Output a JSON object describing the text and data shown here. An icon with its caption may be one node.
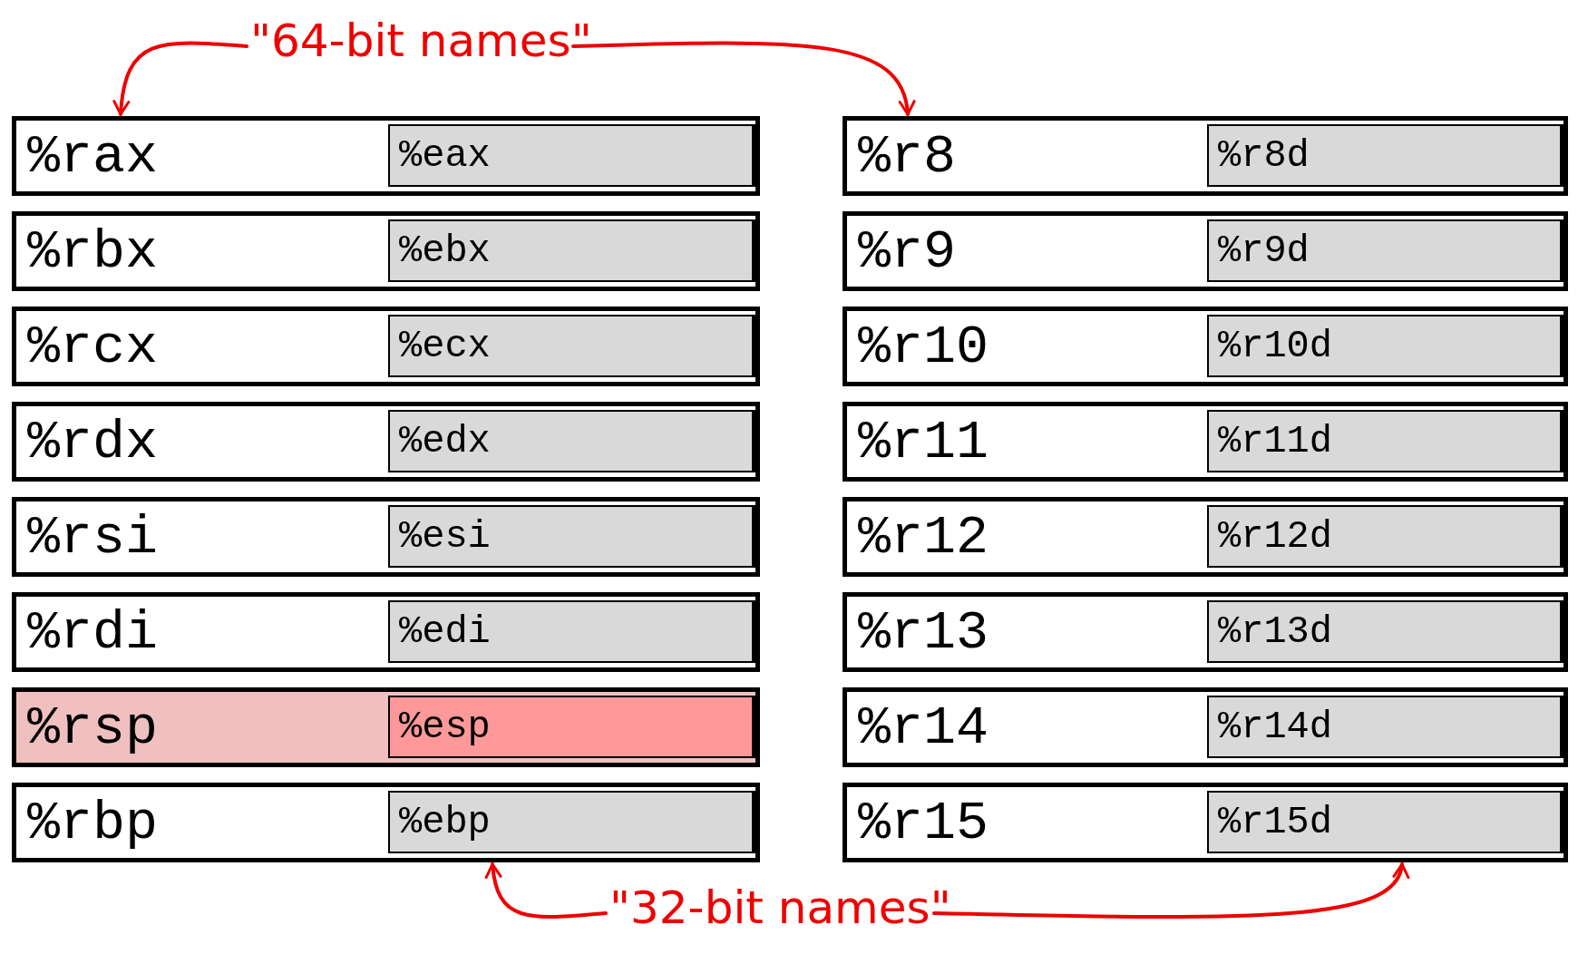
{
  "diagram": {
    "nodes": [
      {
        "text": [
          "\"64-bit names\""
        ]
      },
      {
        "text": [
          "%rax"
        ]
      },
      {
        "text": [
          "%eax"
        ],
        "in": 1
      },
      {
        "text": [
          "%rbx"
        ]
      },
      {
        "text": [
          "%ebx"
        ],
        "in": 3
      },
      {
        "text": [
          "%rcx"
        ]
      },
      {
        "text": [
          "%ecx"
        ],
        "in": 5
      },
      {
        "text": [
          "%rdx"
        ]
      },
      {
        "text": [
          "%edx"
        ],
        "in": 7
      },
      {
        "text": [
          "%rsi"
        ]
      },
      {
        "text": [
          "%esi"
        ],
        "in": 9
      },
      {
        "text": [
          "%rdi"
        ]
      },
      {
        "text": [
          "%edi"
        ],
        "in": 11
      },
      {
        "text": [
          "%rsp"
        ]
      },
      {
        "text": [
          "%esp"
        ],
        "in": 13
      },
      {
        "text": [
          "%rbp"
        ]
      },
      {
        "text": [
          "%ebp"
        ],
        "in": 15
      },
      {
        "text": [
          "%r8"
        ]
      },
      {
        "text": [
          "%r8d"
        ],
        "in": 17
      },
      {
        "text": [
          "%r9"
        ]
      },
      {
        "text": [
          "%r9d"
        ],
        "in": 19
      },
      {
        "text": [
          "%r10"
        ]
      },
      {
        "text": [
          "%r10d"
        ],
        "in": 21
      },
      {
        "text": [
          "%r11"
        ]
      },
      {
        "text": [
          "%r11d"
        ],
        "in": 23
      },
      {
        "text": [
          "%r12"
        ]
      },
      {
        "text": [
          "%r12d"
        ],
        "in": 25
      },
      {
        "text": [
          "%r13"
        ]
      },
      {
        "text": [
          "%r13d"
        ],
        "in": 27
      },
      {
        "text": [
          "%r14"
        ]
      },
      {
        "text": [
          "%r14d"
        ],
        "in": 29
      },
      {
        "text": [
          "%r15"
        ]
      },
      {
        "text": [
          "%r15d"
        ],
        "in": 31
      },
      {
        "text": [
          "\"32-bit names\""
        ]
      }
    ],
    "edges": [
      {
        "from": 0,
        "to": 1,
        "arrow": "to"
      },
      {
        "from": 0,
        "to": 17,
        "arrow": "to"
      },
      {
        "from": 33,
        "to": 16,
        "arrow": "to"
      },
      {
        "from": 33,
        "to": 32,
        "arrow": "to"
      }
    ]
  }
}
